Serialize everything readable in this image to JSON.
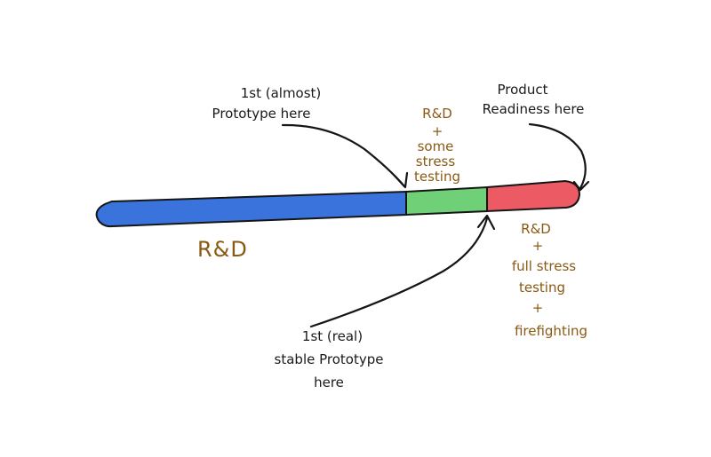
{
  "colors": {
    "rnd": "#3b73dc",
    "stress": "#6fd078",
    "readiness": "#ec5a64",
    "ink": "#151515",
    "brown": "#8a5a14"
  },
  "segments": {
    "rnd": "R&D",
    "some_stress": [
      "R&D",
      "+",
      "some",
      "stress",
      "testing"
    ],
    "full_stress": [
      "R&D",
      "+",
      "full stress",
      "testing",
      "+",
      "firefighting"
    ]
  },
  "annotations": {
    "almost_prototype": [
      "1st (almost)",
      "Prototype here"
    ],
    "product_readiness": [
      "Product",
      "Readiness here"
    ],
    "real_prototype": [
      "1st (real)",
      "stable Prototype",
      "here"
    ]
  }
}
